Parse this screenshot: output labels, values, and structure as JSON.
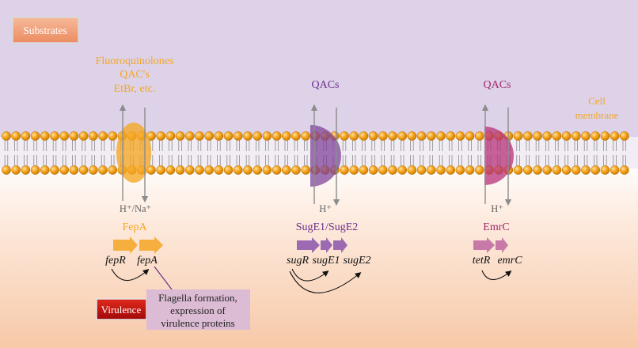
{
  "substrates_label": "Substrates",
  "fepa": {
    "substrates": [
      "Fluoroquinolones",
      "QAC's",
      "EtBr, etc."
    ],
    "ion": "H⁺/Na⁺",
    "name": "FepA",
    "genes": [
      "fepR",
      "fepA"
    ]
  },
  "suge": {
    "substrate": "QACs",
    "ion": "H⁺",
    "name": "SugE1/SugE2",
    "genes": [
      "sugR",
      "sugE1",
      "sugE2"
    ]
  },
  "emrc": {
    "substrate": "QACs",
    "ion": "H⁺",
    "name": "EmrC",
    "genes": [
      "tetR",
      "emrC"
    ]
  },
  "membrane_label": [
    "Cell",
    "membrane"
  ],
  "virulence_label": "Virulence",
  "virulence_text": [
    "Flagella formation,",
    "expression of",
    "virulence proteins"
  ],
  "colors": {
    "fepa": "#f5a623",
    "suge": "#7b3f98",
    "emrc": "#b5317a",
    "membrane_bead": "#f5a31a",
    "top_bg": "#ddd2e8",
    "virulence_box": "#c0100f",
    "substrates_box": "#f2a27a"
  }
}
